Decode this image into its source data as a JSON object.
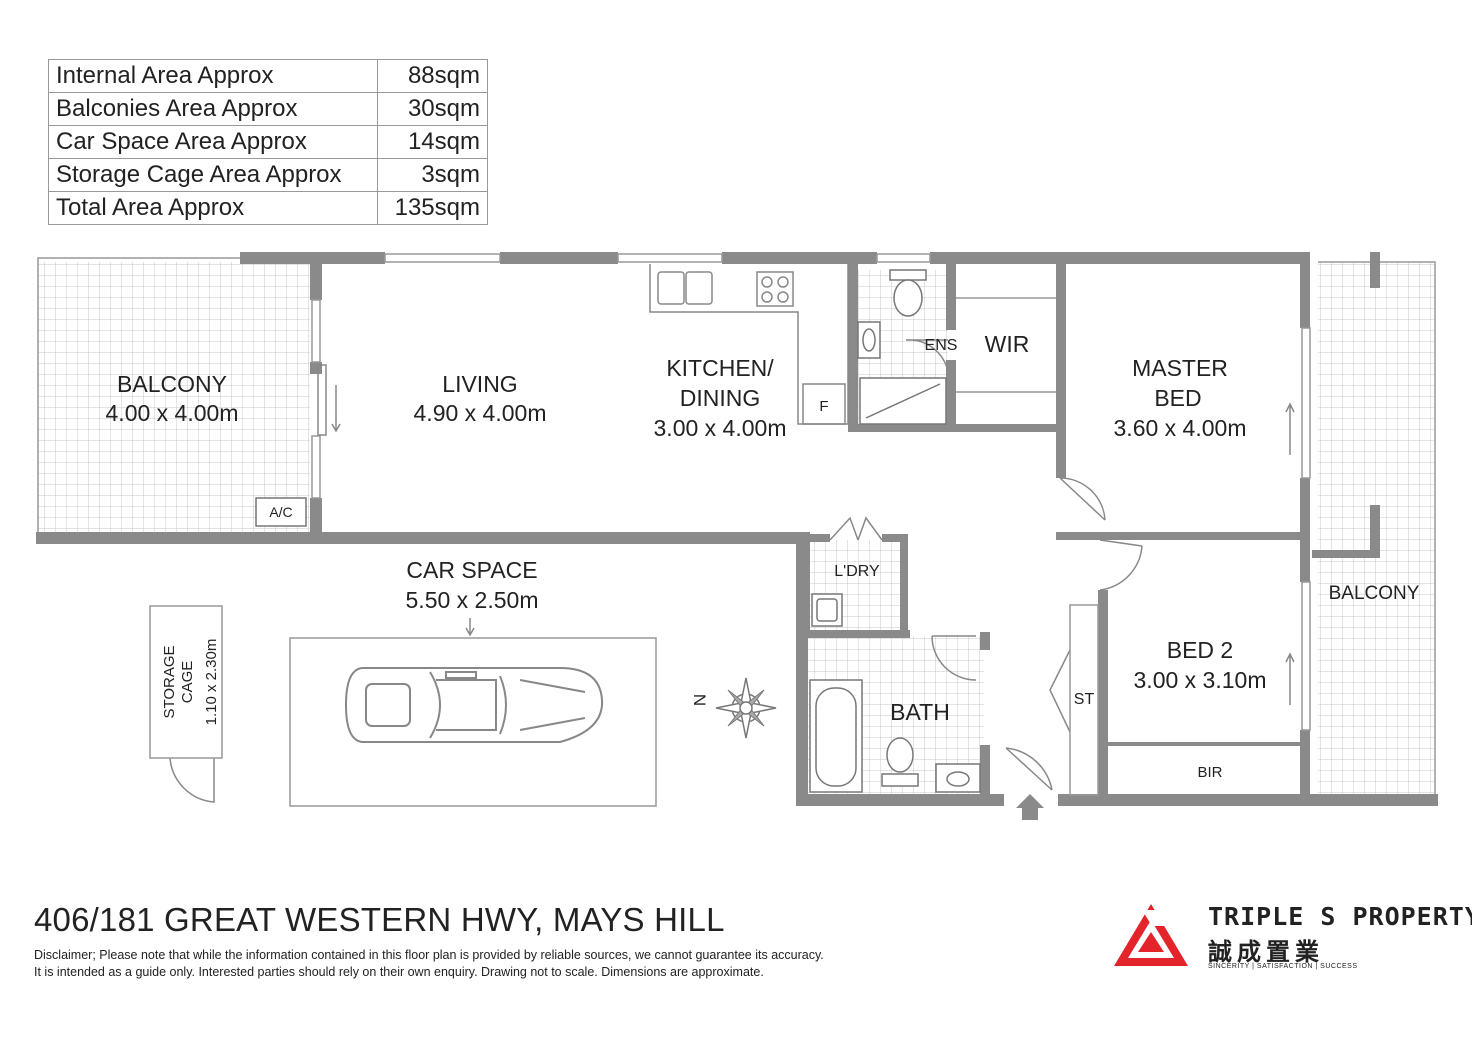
{
  "area_table": [
    {
      "label": "Internal Area Approx",
      "value": "88sqm"
    },
    {
      "label": "Balconies Area Approx",
      "value": "30sqm"
    },
    {
      "label": "Car Space Area Approx",
      "value": "14sqm"
    },
    {
      "label": "Storage Cage Area Approx",
      "value": "3sqm"
    },
    {
      "label": "Total Area Approx",
      "value": "135sqm"
    }
  ],
  "rooms": {
    "balcony_west": {
      "name": "BALCONY",
      "size": "4.00 x 4.00m"
    },
    "living": {
      "name": "LIVING",
      "size": "4.90 x 4.00m"
    },
    "kitchen": {
      "name_line1": "KITCHEN/",
      "name_line2": "DINING",
      "size": "3.00 x 4.00m"
    },
    "ensuite": {
      "name": "ENS"
    },
    "wir": {
      "name": "WIR"
    },
    "master": {
      "name_line1": "MASTER",
      "name_line2": "BED",
      "size": "3.60 x 4.00m"
    },
    "laundry": {
      "name": "L'DRY"
    },
    "bath": {
      "name": "BATH"
    },
    "bed2": {
      "name": "BED 2",
      "size": "3.00 x 3.10m"
    },
    "bir": {
      "name": "BIR"
    },
    "store": {
      "name": "ST"
    },
    "balcony_east": {
      "name": "BALCONY"
    },
    "car_space": {
      "name": "CAR SPACE",
      "size": "5.50 x 2.50m"
    },
    "storage_cage": {
      "name_line1": "STORAGE",
      "name_line2": "CAGE",
      "size": "1.10 x 2.30m"
    },
    "ac_unit": {
      "name": "A/C"
    },
    "fridge": {
      "name": "F"
    }
  },
  "compass": {
    "north_label": "N"
  },
  "address": "406/181 GREAT WESTERN HWY, MAYS HILL",
  "disclaimer": [
    "Disclaimer; Please note that while the information contained in this floor plan is provided by reliable sources, we cannot guarantee its accuracy.",
    "It is intended as a guide only. Interested parties should rely on their own enquiry. Drawing not to scale.  Dimensions are approximate."
  ],
  "brand": {
    "name": "TRIPLE S PROPERTY",
    "chinese": "誠成置業",
    "tagline": "SINCERITY | SATISFACTION | SUCCESS",
    "color": "#e3242b"
  },
  "colors": {
    "wall": "#8a8a8a",
    "tile": "#c9c9c9",
    "fixture": "#777777"
  }
}
